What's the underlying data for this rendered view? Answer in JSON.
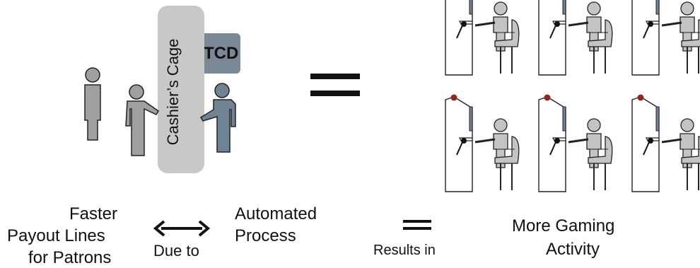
{
  "cage": {
    "label": "Cashier’s Cage",
    "device": "TCD"
  },
  "captions": {
    "left_line1": "Faster",
    "left_line2": "Payout Lines",
    "left_line3": "for Patrons",
    "due_to": "Due to",
    "middle_line1": "Automated",
    "middle_line2": "Process",
    "results_in": "Results in",
    "right_line1": "More Gaming",
    "right_line2": "Activity"
  },
  "colors": {
    "patron": "#a0a0a0",
    "cashier": "#6f8394",
    "cage": "#c8c8c8",
    "tcd": "#7b8896",
    "machine_light": "#8a2b22",
    "player": "#c4c4c4"
  },
  "icons": [
    "patron-icon",
    "cashier-icon",
    "slot-machine-icon",
    "double-arrow-icon",
    "equals-icon"
  ]
}
